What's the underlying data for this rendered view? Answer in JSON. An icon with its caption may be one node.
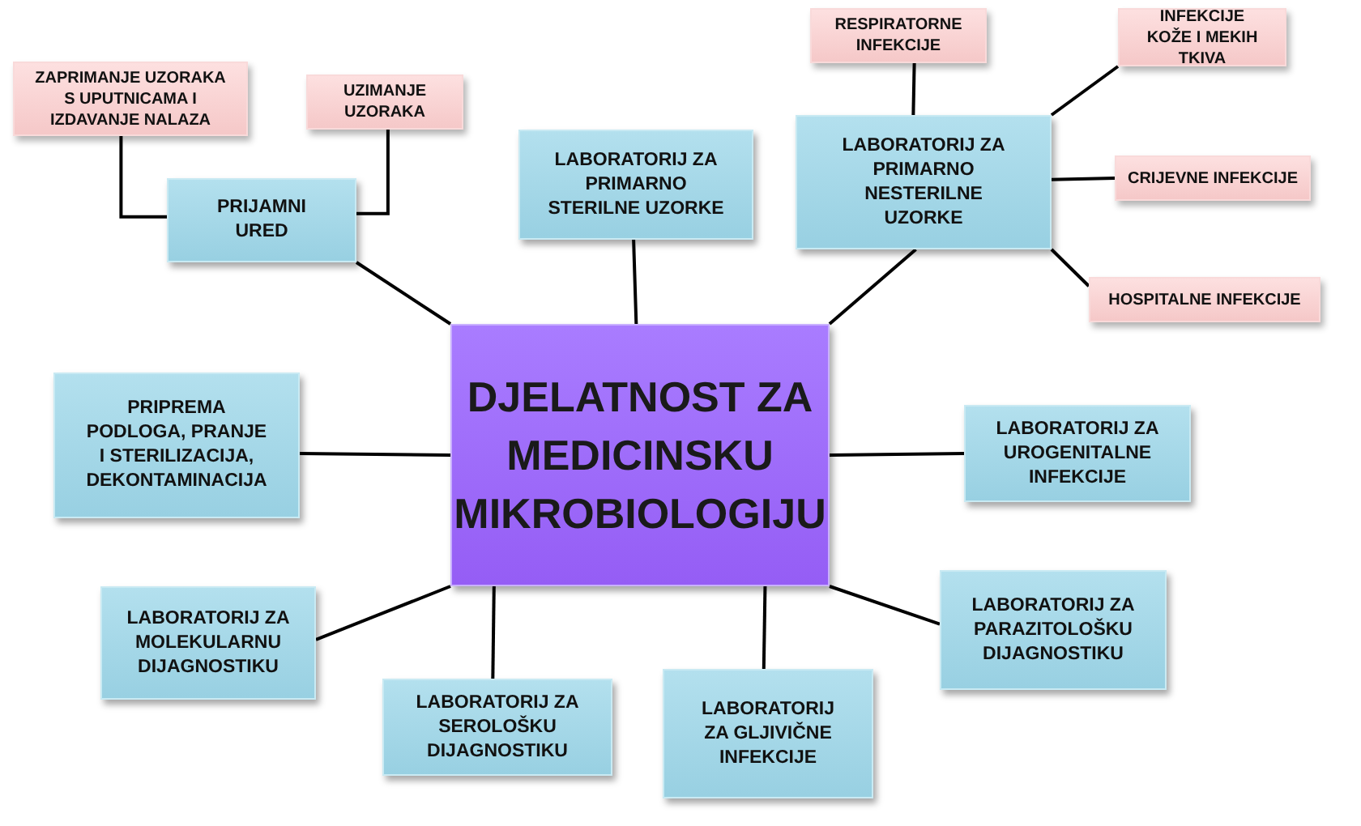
{
  "diagram": {
    "nodes": [
      {
        "text": [
          "DJELATNOST ZA MEDICINSKU MIKROBIOLOGIJU"
        ]
      },
      {
        "text": [
          "PRIJAMNI URED"
        ]
      },
      {
        "text": [
          "ZAPRIMANJE UZORAKA S UPUTNICAMA I IZDAVANJE NALAZA"
        ]
      },
      {
        "text": [
          "UZIMANJE UZORAKA"
        ]
      },
      {
        "text": [
          "LABORATORIJ ZA PRIMARNO STERILNE UZORKE"
        ]
      },
      {
        "text": [
          "LABORATORIJ ZA PRIMARNO NESTERILNE UZORKE"
        ]
      },
      {
        "text": [
          "RESPIRATORNE INFEKCIJE"
        ]
      },
      {
        "text": [
          "INFEKCIJE KOŽE I MEKIH TKIVA"
        ]
      },
      {
        "text": [
          "CRIJEVNE INFEKCIJE"
        ]
      },
      {
        "text": [
          "HOSPITALNE INFEKCIJE"
        ]
      },
      {
        "text": [
          "PRIPREMA PODLOGA, PRANJE I STERILIZACIJA, DEKONTAMINACIJA"
        ]
      },
      {
        "text": [
          "LABORATORIJ ZA UROGENITALNE INFEKCIJE"
        ]
      },
      {
        "text": [
          "LABORATORIJ ZA MOLEKULARNU DIJAGNOSTIKU"
        ]
      },
      {
        "text": [
          "LABORATORIJ ZA PARAZITOLOŠKU DIJAGNOSTIKU"
        ]
      },
      {
        "text": [
          "LABORATORIJ ZA SEROLOŠKU DIJAGNOSTIKU"
        ]
      },
      {
        "text": [
          "LABORATORIJ ZA GLJIVIČNE INFEKCIJE"
        ]
      }
    ],
    "edges": [
      {
        "from": 0,
        "to": 1,
        "arrow": "none"
      },
      {
        "from": 1,
        "to": 2,
        "arrow": "none"
      },
      {
        "from": 1,
        "to": 3,
        "arrow": "none"
      },
      {
        "from": 0,
        "to": 4,
        "arrow": "none"
      },
      {
        "from": 0,
        "to": 5,
        "arrow": "none"
      },
      {
        "from": 5,
        "to": 6,
        "arrow": "none"
      },
      {
        "from": 5,
        "to": 7,
        "arrow": "none"
      },
      {
        "from": 5,
        "to": 8,
        "arrow": "none"
      },
      {
        "from": 5,
        "to": 9,
        "arrow": "none"
      },
      {
        "from": 0,
        "to": 10,
        "arrow": "none"
      },
      {
        "from": 0,
        "to": 11,
        "arrow": "none"
      },
      {
        "from": 0,
        "to": 12,
        "arrow": "none"
      },
      {
        "from": 0,
        "to": 13,
        "arrow": "none"
      },
      {
        "from": 0,
        "to": 14,
        "arrow": "none"
      },
      {
        "from": 0,
        "to": 15,
        "arrow": "none"
      }
    ]
  }
}
